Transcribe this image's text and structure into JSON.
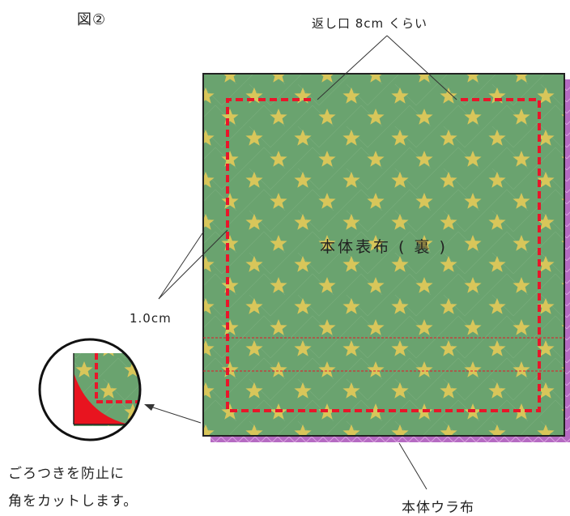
{
  "figure_label": "図②",
  "opening_label": "返し口 8cm くらい",
  "outer_fabric_label": "本体表布 ( 裏 )",
  "seam_margin_label": "1.0cm",
  "note": {
    "line1": "ごろつきを防止に",
    "line2": "角をカットします。"
  },
  "lining_fabric_label": "本体ウラ布",
  "colors": {
    "outer_fabric": "#6aa36f",
    "star": "#d8c65a",
    "lining_fabric": "#b56ac2",
    "stitch": "#e8162a",
    "corner_cut": "#e8141f",
    "line": "#333333"
  }
}
